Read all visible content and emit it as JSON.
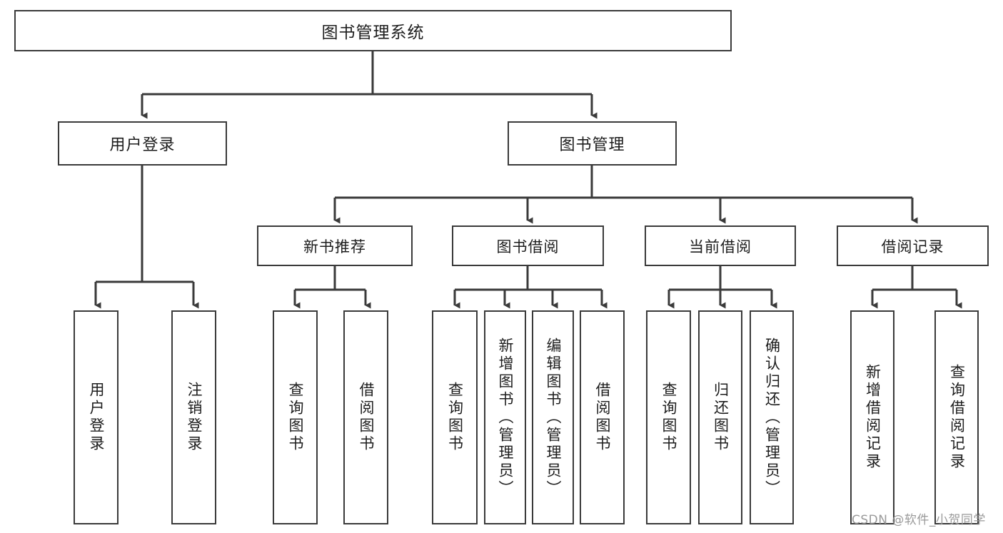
{
  "diagram": {
    "title": "图书管理系统",
    "type": "tree-hierarchy-diagram",
    "watermark": "CSDN @软件_小贺同学",
    "colors": {
      "box_border": "#3a3a3a",
      "box_fill": "#ffffff",
      "connector": "#3a3a3a",
      "text": "#1d1d1d",
      "watermark": "#9a9a9a",
      "background": "#ffffff"
    }
  },
  "nodes": {
    "root": {
      "label": "图书管理系统"
    },
    "level1": [
      {
        "label": "用户登录"
      },
      {
        "label": "图书管理"
      }
    ],
    "level2": [
      {
        "label": "新书推荐"
      },
      {
        "label": "图书借阅"
      },
      {
        "label": "当前借阅"
      },
      {
        "label": "借阅记录"
      }
    ],
    "leaves": {
      "user_login": [
        {
          "label": "用户登录"
        },
        {
          "label": "注销登录"
        }
      ],
      "new_book_recommend": [
        {
          "label": "查询图书"
        },
        {
          "label": "借阅图书"
        }
      ],
      "book_borrow": [
        {
          "label": "查询图书"
        },
        {
          "label": "新增图书（管理员）"
        },
        {
          "label": "编辑图书（管理员）"
        },
        {
          "label": "借阅图书"
        }
      ],
      "current_borrow": [
        {
          "label": "查询图书"
        },
        {
          "label": "归还图书"
        },
        {
          "label": "确认归还（管理员）"
        }
      ],
      "borrow_record": [
        {
          "label": "新增借阅记录"
        },
        {
          "label": "查询借阅记录"
        }
      ]
    }
  }
}
